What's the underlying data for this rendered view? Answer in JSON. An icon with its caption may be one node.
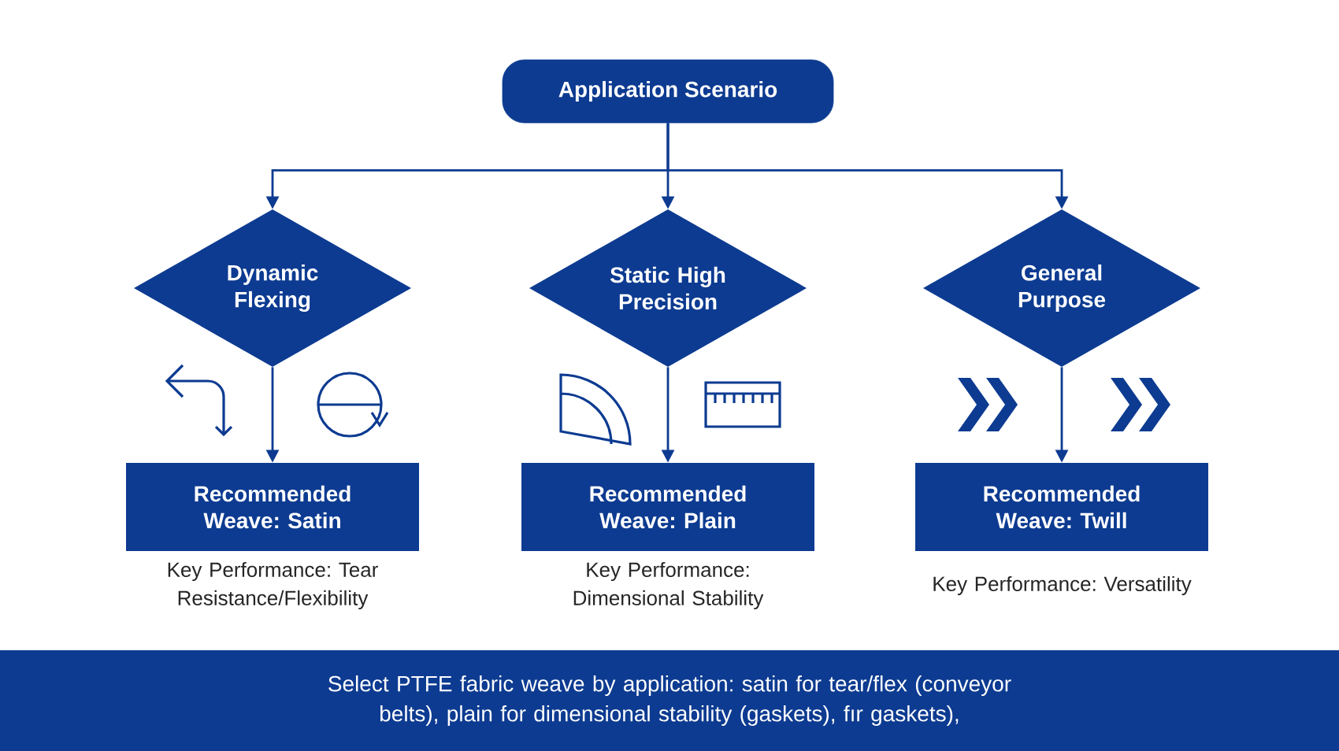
{
  "diagram": {
    "caption": "Select PTFE fabric weave by application: satin for tear/flex (conveyor belts), plain for dimensional stability (gaskets), fır gaskets),",
    "nodes": [
      {
        "text": [
          "Application Scenario"
        ]
      },
      {
        "text": [
          "Dynamic Flexing"
        ]
      },
      {
        "text": [
          "Static High Precision"
        ]
      },
      {
        "text": [
          "General Purpose"
        ]
      },
      {
        "text": [
          "Recommended Weave: Satin"
        ],
        "beside": [
          "Key Performance: Tear Resistance/Flexibility"
        ]
      },
      {
        "text": [
          "Recommended Weave: Plain"
        ],
        "beside": [
          "Key Performance: Dimensional Stability"
        ]
      },
      {
        "text": [
          "Recommended Weave: Twill"
        ],
        "beside": [
          "Key Performance: Versatility"
        ]
      }
    ],
    "edges": [
      {
        "from": 0,
        "to": 1,
        "arrow": "to"
      },
      {
        "from": 0,
        "to": 2,
        "arrow": "to"
      },
      {
        "from": 0,
        "to": 3,
        "arrow": "to"
      },
      {
        "from": 1,
        "to": 4,
        "arrow": "to"
      },
      {
        "from": 2,
        "to": 5,
        "arrow": "to"
      },
      {
        "from": 3,
        "to": 6,
        "arrow": "to"
      }
    ]
  }
}
